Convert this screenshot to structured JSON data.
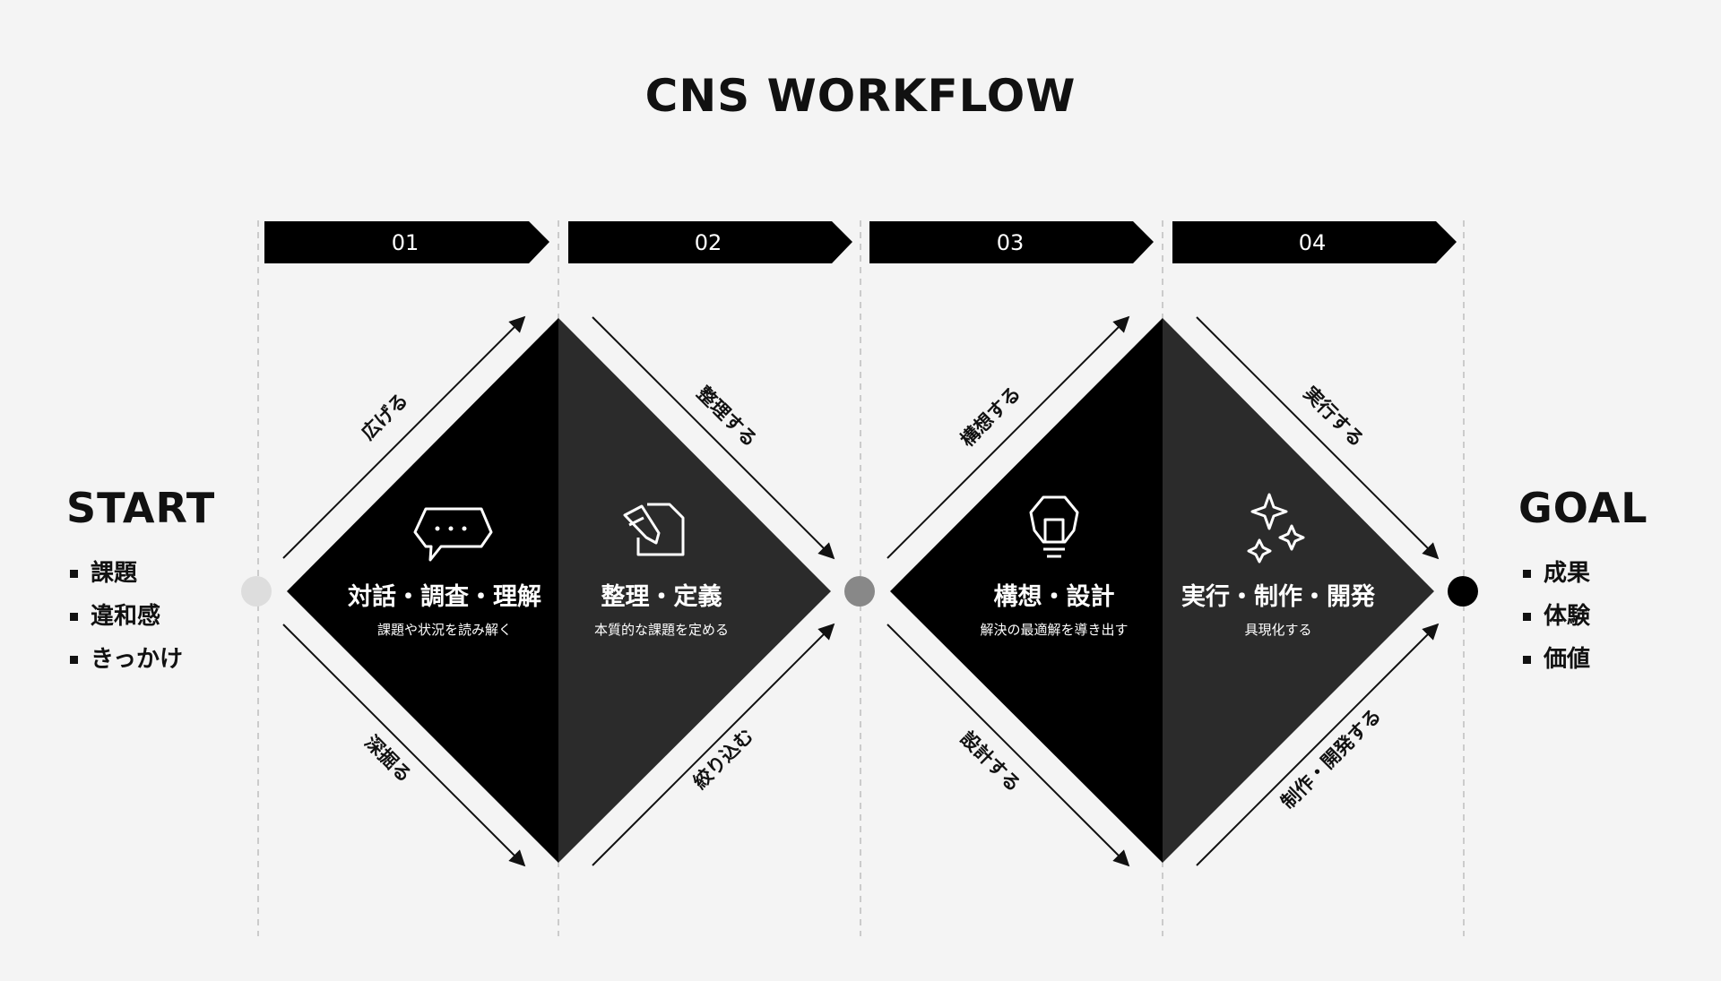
{
  "title": "CNS WORKFLOW",
  "start": {
    "heading": "START",
    "items": [
      "課題",
      "違和感",
      "きっかけ"
    ]
  },
  "goal": {
    "heading": "GOAL",
    "items": [
      "成果",
      "体験",
      "価値"
    ]
  },
  "steps": [
    {
      "number": "01",
      "title": "対話・調査・理解",
      "subtitle": "課題や状況を読み解く",
      "top_arrow": "広げる",
      "bottom_arrow": "深掘る",
      "icon": "chat-bubble-icon"
    },
    {
      "number": "02",
      "title": "整理・定義",
      "subtitle": "本質的な課題を定める",
      "top_arrow": "整理する",
      "bottom_arrow": "絞り込む",
      "icon": "edit-note-icon"
    },
    {
      "number": "03",
      "title": "構想・設計",
      "subtitle": "解決の最適解を導き出す",
      "top_arrow": "構想する",
      "bottom_arrow": "設計する",
      "icon": "lightbulb-icon"
    },
    {
      "number": "04",
      "title": "実行・制作・開発",
      "subtitle": "具現化する",
      "top_arrow": "実行する",
      "bottom_arrow": "制作・開発する",
      "icon": "sparkle-icon"
    }
  ],
  "colors": {
    "background": "#f4f4f4",
    "diamond_left": "#000000",
    "diamond_right": "#2b2b2b",
    "start_dot": "#dddddd",
    "mid_dot": "#888888",
    "goal_dot": "#000000",
    "text_light": "#ffffff",
    "text_dark": "#111111"
  }
}
